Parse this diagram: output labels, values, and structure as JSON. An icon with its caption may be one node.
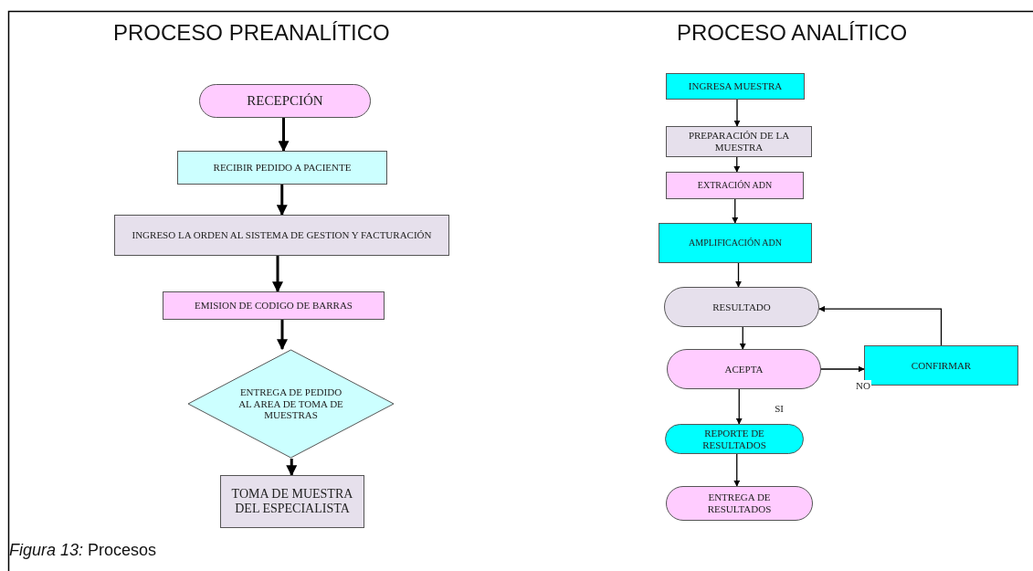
{
  "diagram": {
    "caption": "*Figura 13:* Procesos",
    "nodes": [
      {
        "text": [
          "RECEPCIÓN"
        ]
      },
      {
        "text": [
          "RECIBIR PEDIDO A PACIENTE"
        ]
      },
      {
        "text": [
          "INGRESO LA ORDEN AL SISTEMA DE GESTION Y FACTURACIÓN"
        ]
      },
      {
        "text": [
          "EMISION DE CODIGO DE BARRAS"
        ]
      },
      {
        "text": [
          "ENTREGA DE PEDIDO AL AREA DE TOMA DE MUESTRAS"
        ]
      },
      {
        "text": [
          "TOMA DE MUESTRA DEL ESPECIALISTA"
        ]
      },
      {
        "text": [
          "INGRESA MUESTRA"
        ]
      },
      {
        "text": [
          "PREPARACIÓN DE LA MUESTRA"
        ]
      },
      {
        "text": [
          "EXTRACIÓN ADN"
        ]
      },
      {
        "text": [
          "AMPLIFICACIÓN ADN"
        ]
      },
      {
        "text": [
          "RESULTADO"
        ]
      },
      {
        "text": [
          "ACEPTA"
        ]
      },
      {
        "text": [
          "CONFIRMAR"
        ]
      },
      {
        "text": [
          "REPORTE DE RESULTADOS"
        ]
      },
      {
        "text": [
          "ENTREGA DE RESULTADOS"
        ]
      }
    ],
    "edges": [
      {
        "from": 0,
        "to": 1,
        "arrow": "to",
        "style": "thick"
      },
      {
        "from": 1,
        "to": 2,
        "arrow": "to",
        "style": "thick"
      },
      {
        "from": 2,
        "to": 3,
        "arrow": "to",
        "style": "thick"
      },
      {
        "from": 3,
        "to": 4,
        "arrow": "to",
        "style": "thick"
      },
      {
        "from": 4,
        "to": 5,
        "arrow": "to",
        "style": "thick"
      },
      {
        "from": 6,
        "to": 7,
        "arrow": "to"
      },
      {
        "from": 7,
        "to": 8,
        "arrow": "to"
      },
      {
        "from": 8,
        "to": 9,
        "arrow": "to"
      },
      {
        "from": 9,
        "to": 10,
        "arrow": "to"
      },
      {
        "from": 10,
        "to": 11,
        "arrow": "to"
      },
      {
        "from": 11,
        "to": 12,
        "arrow": "to",
        "label": "NO"
      },
      {
        "from": 12,
        "to": 10,
        "arrow": "to"
      },
      {
        "from": 11,
        "to": 13,
        "arrow": "to",
        "label": "SI"
      },
      {
        "from": 13,
        "to": 14,
        "arrow": "to"
      }
    ],
    "labels": [
      "PROCESO PREANALÍTICO",
      "PROCESO ANALÍTICO"
    ]
  }
}
